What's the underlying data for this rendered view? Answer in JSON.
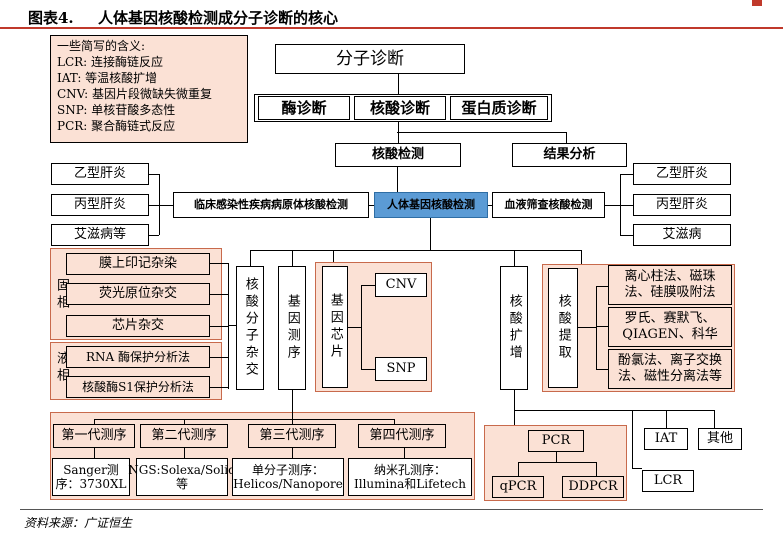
{
  "figure": {
    "label": "图表4.",
    "title": "人体基因核酸检测成分子诊断的核心",
    "source": "资料来源：广证恒生"
  },
  "legend": {
    "heading": "一些简写的含义:",
    "items": [
      "LCR: 连接酶链反应",
      "IAT: 等温核酸扩增",
      "CNV: 基因片段微缺失微重复",
      "SNP: 单核苷酸多态性",
      "PCR: 聚合酶链式反应"
    ]
  },
  "top": {
    "root": "分子诊断",
    "enzyme": "酶诊断",
    "nucleic": "核酸诊断",
    "protein": "蛋白质诊断"
  },
  "level2": {
    "detect": "核酸检测",
    "analysis": "结果分析"
  },
  "level3": {
    "clinical": "临床感染性疾病病原体核酸检测",
    "human": "人体基因核酸检测",
    "blood": "血液筛查核酸检测"
  },
  "left_diseases": [
    "乙型肝炎",
    "丙型肝炎",
    "艾滋病等"
  ],
  "right_diseases": [
    "乙型肝炎",
    "丙型肝炎",
    "艾滋病"
  ],
  "solid": {
    "label": "固相",
    "items": [
      "膜上印记杂染",
      "荧光原位杂交",
      "芯片杂交"
    ]
  },
  "liquid": {
    "label": "液相",
    "items": [
      "RNA 酶保护分析法",
      "核酸酶S1保护分析法"
    ]
  },
  "methods": {
    "hybrid": "核酸分子杂交",
    "sequencing": "基因测序",
    "chip": "基因芯片",
    "cnv": "CNV",
    "snp": "SNP",
    "amplify": "核酸扩增",
    "extract": "核酸提取"
  },
  "extraction": [
    "离心柱法、磁珠法、硅膜吸附法",
    "罗氏、赛默飞、QIAGEN、科华",
    "酚氯法、离子交换法、磁性分离法等"
  ],
  "generations": [
    "第一代测序",
    "第二代测序",
    "第三代测序",
    "第四代测序"
  ],
  "platforms": [
    "Sanger测序：3730XL",
    "NGS:Solexa/Solid等",
    "单分子测序：Helicos/Nanopore",
    "纳米孔测序：Illumina和Lifetech"
  ],
  "amplification": {
    "pcr": "PCR",
    "qpcr": "qPCR",
    "ddpcr": "DDPCR",
    "iat": "IAT",
    "other": "其他",
    "lcr": "LCR"
  }
}
